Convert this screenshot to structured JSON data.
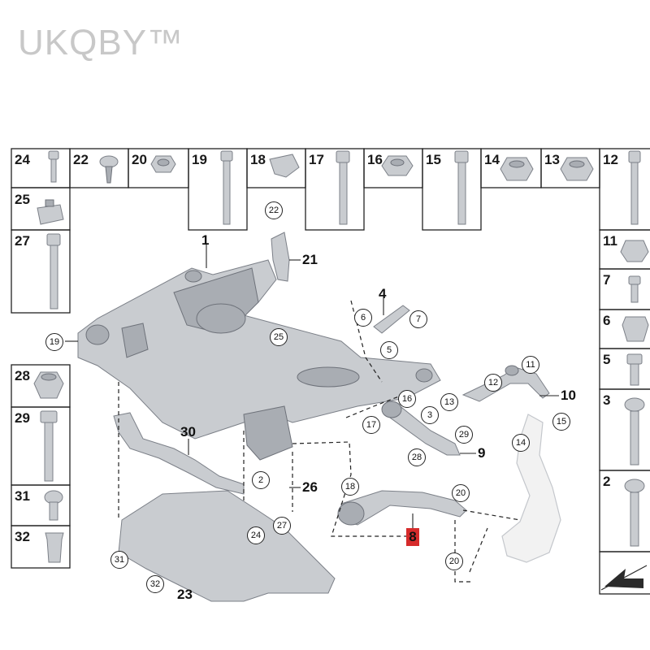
{
  "watermark": "UKQBY™",
  "top_cells": [
    "24",
    "22",
    "20",
    "19",
    "18",
    "17",
    "16",
    "15",
    "14",
    "13",
    "12"
  ],
  "left_cells": [
    "25",
    "27",
    "28",
    "29",
    "31",
    "32"
  ],
  "right_cells": [
    "11",
    "7",
    "6",
    "5",
    "3",
    "2"
  ],
  "callouts_bold": [
    "1",
    "21",
    "4",
    "10",
    "9",
    "30",
    "26",
    "23"
  ],
  "callouts_circled": [
    "22",
    "25",
    "19",
    "6",
    "7",
    "5",
    "11",
    "12",
    "13",
    "16",
    "3",
    "17",
    "15",
    "14",
    "29",
    "28",
    "20",
    "18",
    "2",
    "27",
    "24",
    "31",
    "32",
    "20b"
  ],
  "circled_labels": {
    "20b": "20"
  },
  "highlighted_part": "8",
  "colors": {
    "highlight": "#d62b2b",
    "part_fill": "#c9ccd0"
  }
}
